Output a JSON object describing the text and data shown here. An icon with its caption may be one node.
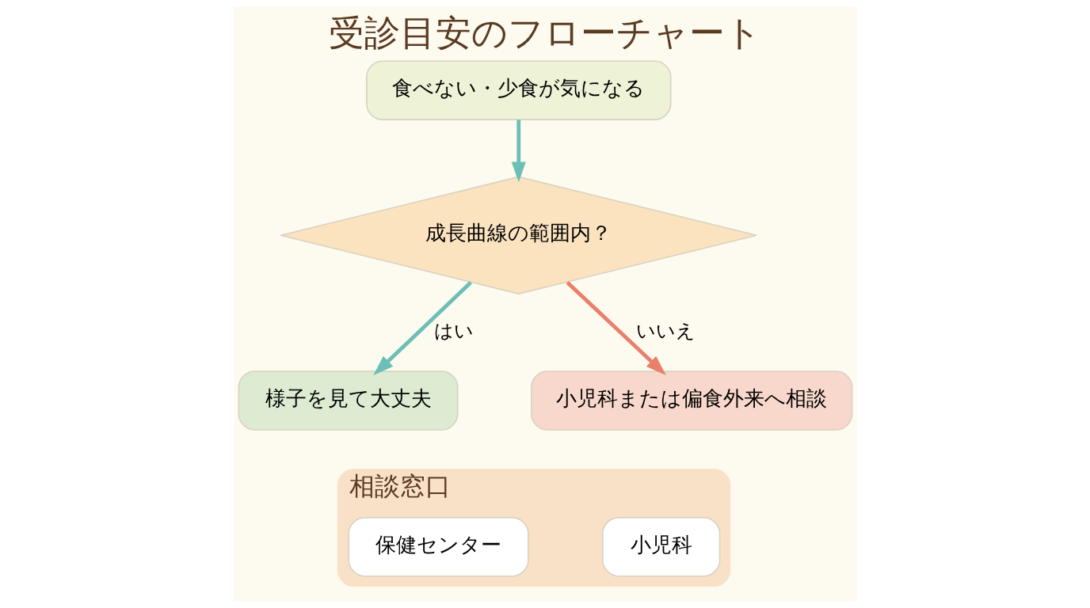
{
  "diagram": {
    "title": "受診目安のフローチャート",
    "nodes": [
      {
        "text": [
          "食べない・少食が気になる"
        ]
      },
      {
        "text": [
          "成長曲線の範囲内？"
        ]
      },
      {
        "text": [
          "様子を見て大丈夫"
        ]
      },
      {
        "text": [
          "小児科または偏食外来へ相談"
        ]
      },
      {
        "text": [
          "相談窓口"
        ]
      },
      {
        "text": [
          "保健センター"
        ],
        "in": 4
      },
      {
        "text": [
          "小児科"
        ],
        "in": 4
      }
    ],
    "edges": [
      {
        "from": 0,
        "to": 1,
        "arrow": "to"
      },
      {
        "from": 1,
        "to": 2,
        "arrow": "to",
        "label": "はい"
      },
      {
        "from": 1,
        "to": 3,
        "arrow": "to",
        "label": "いいえ",
        "color": "#e8806a"
      }
    ]
  }
}
